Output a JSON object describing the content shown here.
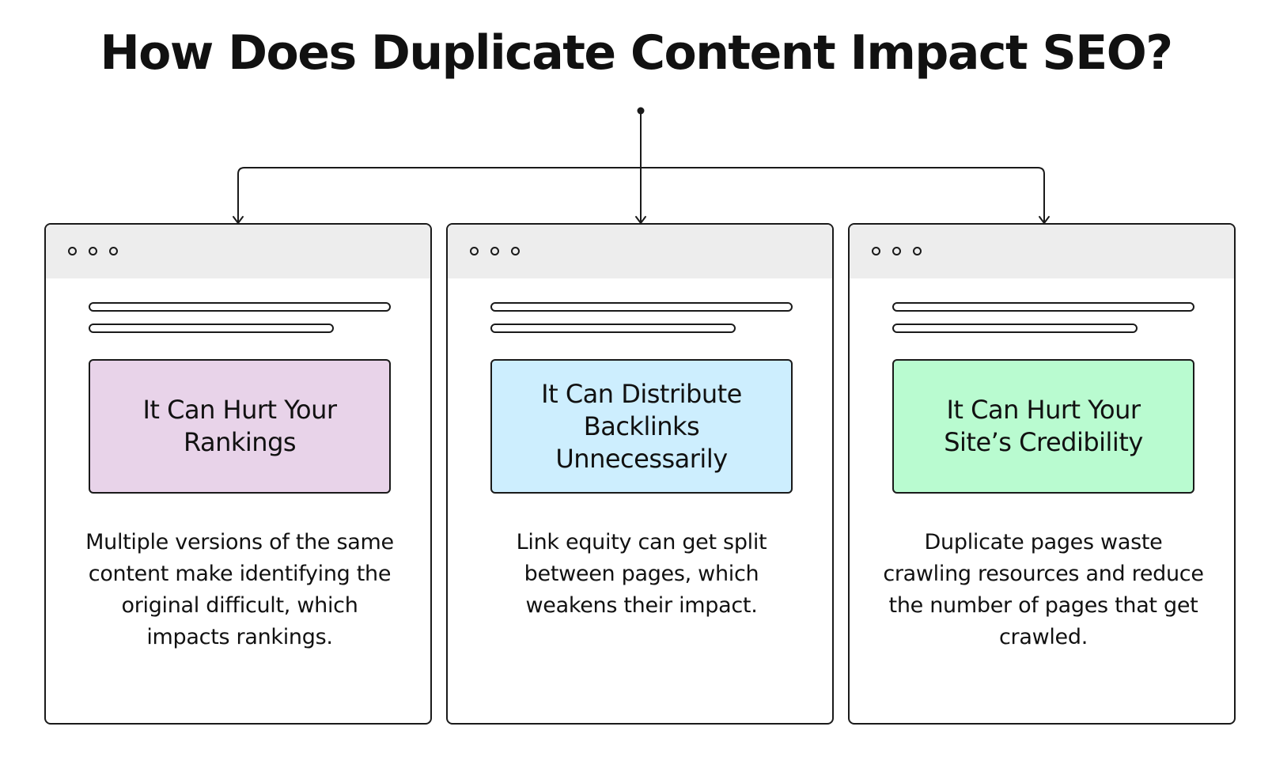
{
  "title": "How Does Duplicate Content Impact SEO?",
  "colors": {
    "card_1_fill": "#e8d3e9",
    "card_2_fill": "#cdeefe",
    "card_3_fill": "#b9fbd0",
    "stroke": "#1a1a1a",
    "window_bar": "#ededed"
  },
  "cards": [
    {
      "label": "It Can Hurt Your Rankings",
      "description": "Multiple versions of the same content make identifying the original difficult, which impacts rankings."
    },
    {
      "label": "It Can Distribute Backlinks Unnecessarily",
      "description": "Link equity can get split between pages, which weakens their impact."
    },
    {
      "label": "It Can Hurt Your Site’s Credibility",
      "description": "Duplicate pages waste crawling resources and reduce the number of pages that get crawled."
    }
  ]
}
